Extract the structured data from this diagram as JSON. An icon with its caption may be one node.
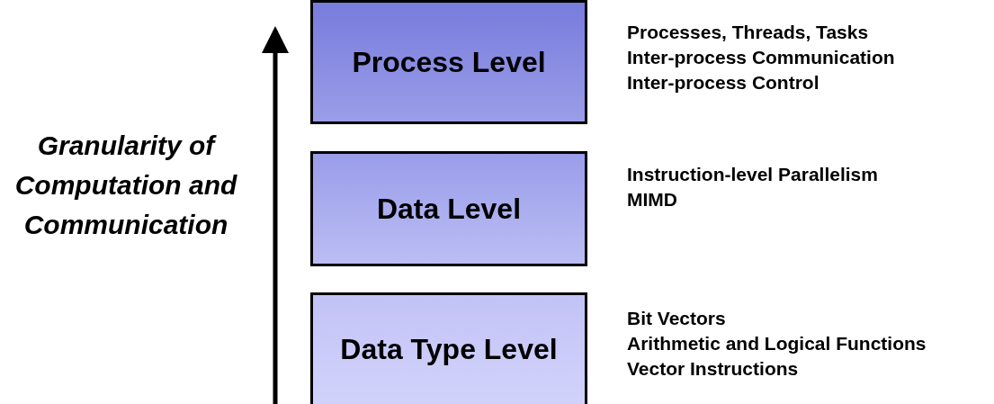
{
  "diagram": {
    "nodes": [
      {
        "text": [
          "Process Level"
        ],
        "beside": [
          "Processes, Threads, Tasks",
          "Inter-process Communication",
          "Inter-process Control"
        ]
      },
      {
        "text": [
          "Data Level"
        ],
        "beside": [
          "Instruction-level Parallelism",
          "MIMD"
        ]
      },
      {
        "text": [
          "Data Type Level"
        ],
        "beside": [
          "Bit Vectors",
          "Arithmetic and Logical Functions",
          "Vector Instructions"
        ]
      }
    ],
    "labels": [
      "Granularity of Computation and Communication"
    ]
  }
}
